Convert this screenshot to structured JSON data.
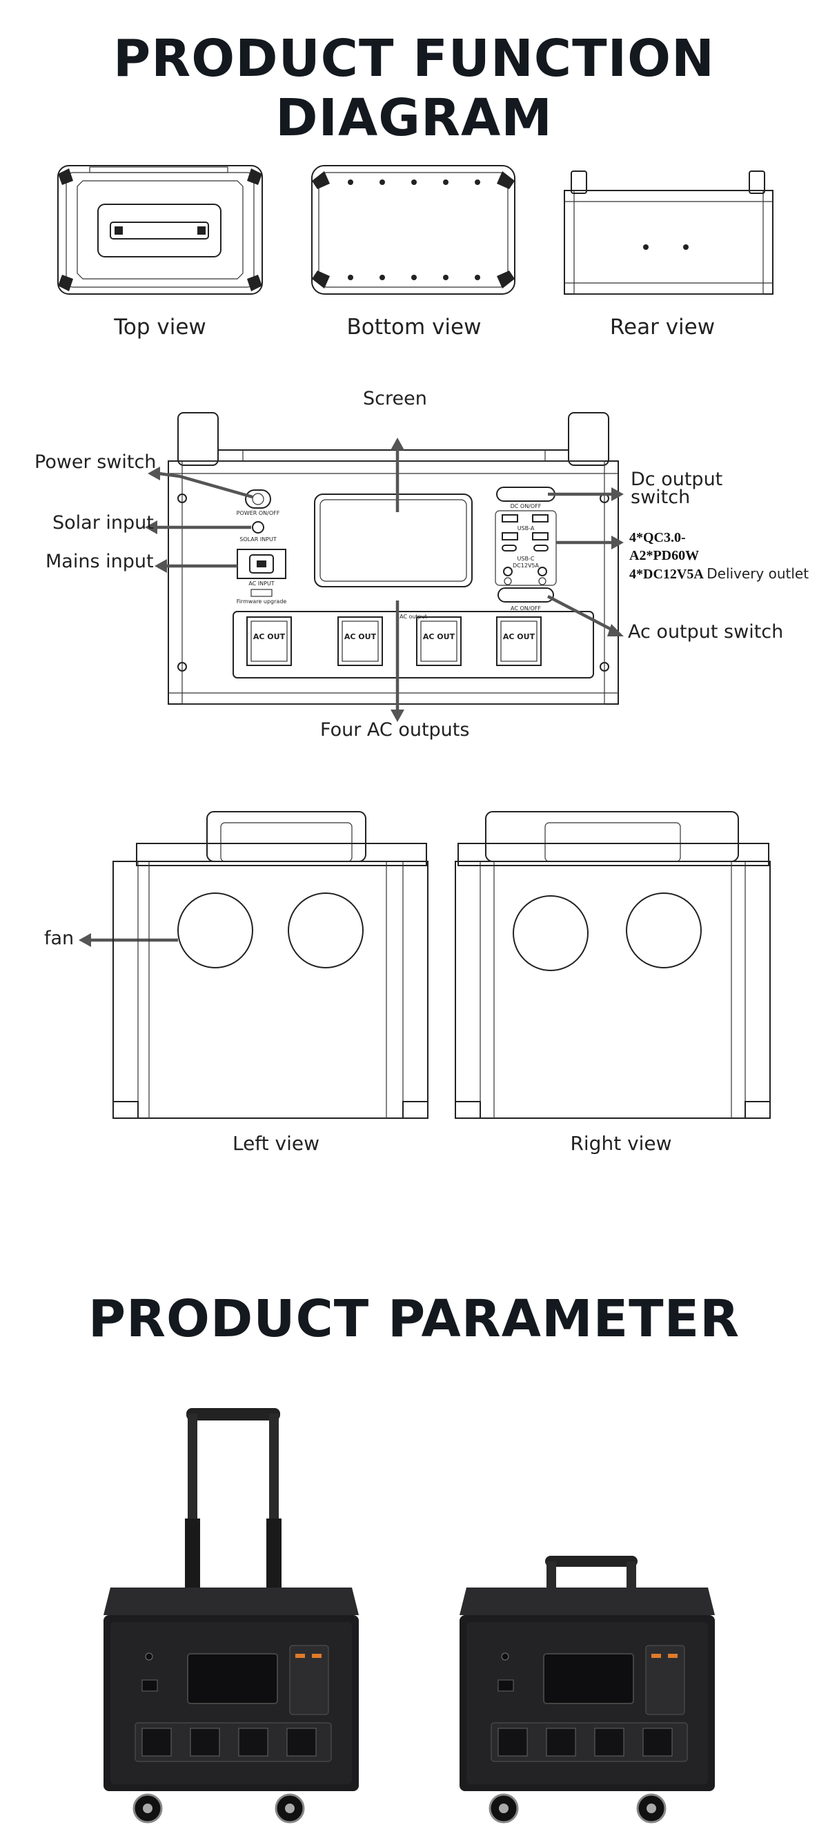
{
  "section1": {
    "title": "PRODUCT FUNCTION DIAGRAM"
  },
  "views": {
    "top": "Top view",
    "bottom": "Bottom view",
    "rear": "Rear view",
    "left": "Left view",
    "right": "Right view"
  },
  "callouts": {
    "screen": "Screen",
    "power_switch": "Power switch",
    "solar_input": "Solar input",
    "mains_input": "Mains input",
    "dc_switch_line1": "Dc output",
    "dc_switch_line2": "switch",
    "ports_line1": "4*QC3.0-",
    "ports_line2": "A2*PD60W",
    "ports_line3_bold": "4*DC12V5A",
    "ports_line3_rest": "Delivery outlet",
    "ac_switch": "Ac output switch",
    "four_ac": "Four AC outputs",
    "fan": "fan"
  },
  "panel_labels": {
    "power": "POWER ON/OFF",
    "solar": "SOLAR INPUT",
    "ac_input": "AC INPUT",
    "firmware": "Firmware upgrade",
    "ac_output": "AC output",
    "ac_out": "AC OUT",
    "dc_onoff": "DC ON/OFF",
    "ac_onoff": "AC ON/OFF",
    "usb_a": "USB-A",
    "usb_c": "USB-C",
    "dc12v": "DC12V5A"
  },
  "section2": {
    "title": "PRODUCT PARAMETER"
  },
  "colors": {
    "title": "#14191f",
    "arrow": "#555555",
    "product_body": "#1c1c1e",
    "line": "#222222"
  }
}
